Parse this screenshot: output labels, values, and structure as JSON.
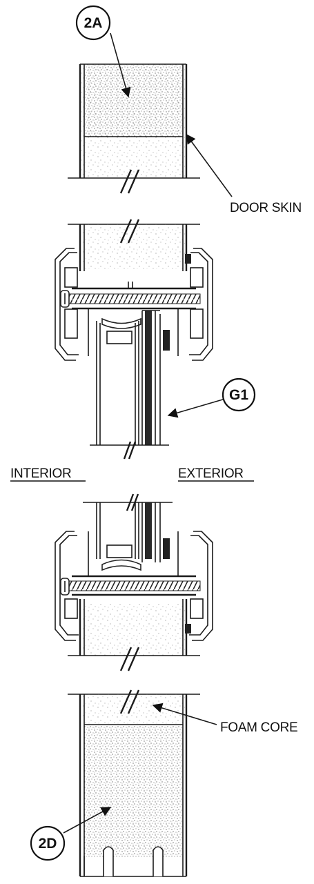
{
  "callouts": {
    "top": "2A",
    "glass": "G1",
    "bottom": "2D"
  },
  "labels": {
    "door_skin": "DOOR SKIN",
    "interior": "INTERIOR",
    "exterior": "EXTERIOR",
    "foam_core": "FOAM CORE"
  }
}
